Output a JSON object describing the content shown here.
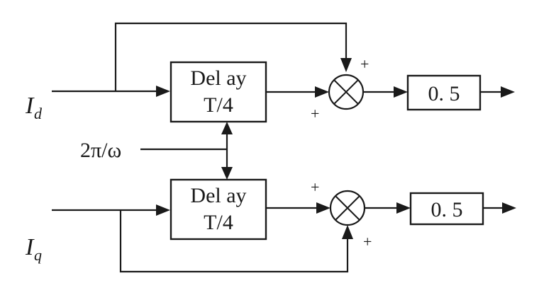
{
  "inputs": {
    "id_main": "I",
    "id_sub": "d",
    "iq_main": "I",
    "iq_sub": "q"
  },
  "period_label": "2π/ω",
  "delay_top": {
    "line1": "Del ay",
    "line2": "T/4"
  },
  "delay_bottom": {
    "line1": "Del ay",
    "line2": "T/4"
  },
  "gain_top": "0. 5",
  "gain_bottom": "0. 5",
  "signs": {
    "top_sum_upper": "+",
    "top_sum_lower": "+",
    "bottom_sum_upper": "+",
    "bottom_sum_lower": "+"
  }
}
